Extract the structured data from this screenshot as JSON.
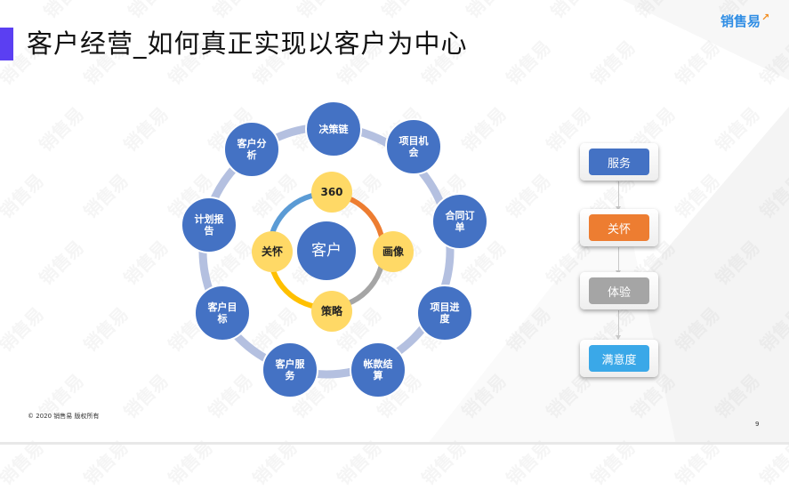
{
  "header": {
    "title": "客户经营_如何真正实现以客户为中心",
    "logo": "销售易",
    "logo_icon": "arrow-up-right-icon"
  },
  "diagram": {
    "center": "客户",
    "inner_nodes": [
      {
        "label": "360",
        "position": "top"
      },
      {
        "label": "画像",
        "position": "right"
      },
      {
        "label": "策略",
        "position": "bottom"
      },
      {
        "label": "关怀",
        "position": "left"
      }
    ],
    "inner_arc_colors": {
      "left_to_top": "#5b9bd5",
      "top_to_right": "#ed7d31",
      "right_to_bottom": "#a5a5a5",
      "bottom_to_left": "#ffc000"
    },
    "outer_nodes": [
      {
        "label": "决策链"
      },
      {
        "label": "项目机会"
      },
      {
        "label": "合同订单"
      },
      {
        "label": "项目进度"
      },
      {
        "label": "帐款结算"
      },
      {
        "label": "客户服务"
      },
      {
        "label": "客户目标"
      },
      {
        "label": "计划报告"
      },
      {
        "label": "客户分析"
      }
    ],
    "outer_ring_color": "#b4c0e0",
    "node_color": "#4472c4",
    "inner_node_color": "#ffd966"
  },
  "flow": {
    "steps": [
      {
        "label": "服务",
        "color": "#4472c4"
      },
      {
        "label": "关怀",
        "color": "#ed7d31"
      },
      {
        "label": "体验",
        "color": "#a5a5a5"
      },
      {
        "label": "满意度",
        "color": "#3aa8e8"
      }
    ]
  },
  "footer": {
    "copyright": "© 2020 销售易 版权所有",
    "page_number": "9"
  }
}
